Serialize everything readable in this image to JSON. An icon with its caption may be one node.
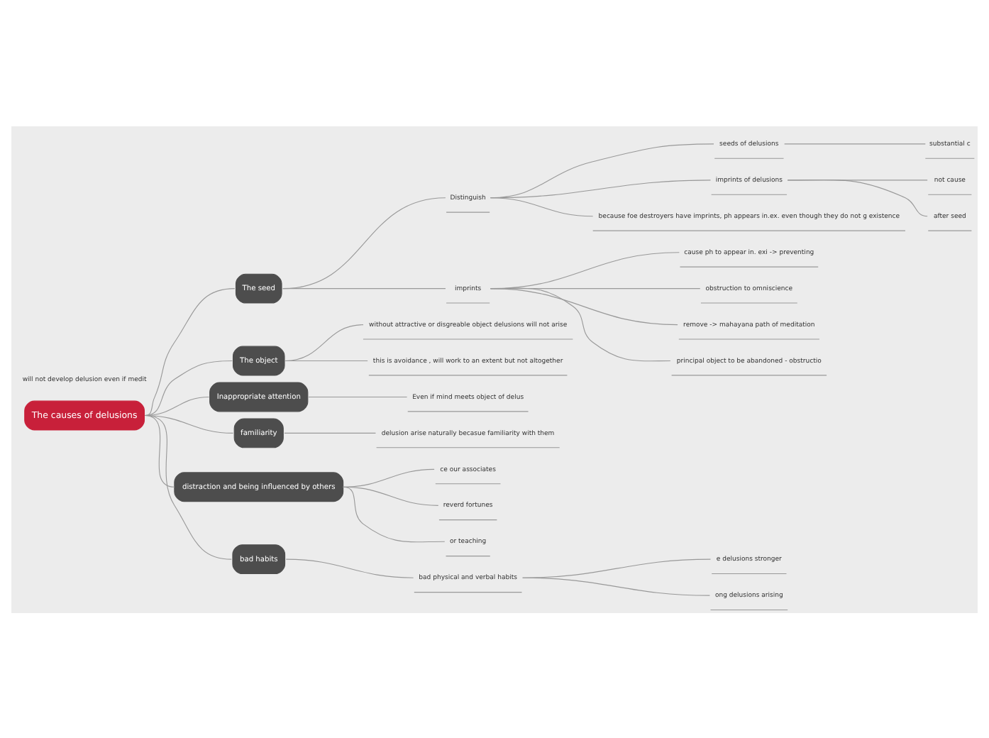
{
  "diagram": {
    "nodes": [
      {
        "text": [
          "The causes of delusions"
        ]
      },
      {
        "text": [
          "The seed"
        ]
      },
      {
        "text": [
          "Distinguish"
        ]
      },
      {
        "text": [
          "seeds of delusions"
        ]
      },
      {
        "text": [
          "substantial c"
        ]
      },
      {
        "text": [
          "imprints of delusions"
        ]
      },
      {
        "text": [
          "not cause"
        ]
      },
      {
        "text": [
          "after seed"
        ]
      },
      {
        "text": [
          "because foe destroyers have imprints, ph appears in.ex. even though they do not g existence"
        ]
      },
      {
        "text": [
          "imprints"
        ]
      },
      {
        "text": [
          "cause ph to appear in. exi -> preventing"
        ]
      },
      {
        "text": [
          "obstruction to omniscience"
        ]
      },
      {
        "text": [
          "remove -> mahayana path of meditation"
        ]
      },
      {
        "text": [
          "principal object to be abandoned - obstructio"
        ]
      },
      {
        "text": [
          "The object"
        ]
      },
      {
        "text": [
          "without attractive or disgreable object delusions will not arise"
        ]
      },
      {
        "text": [
          "this is avoidance , will work to an extent but not altogether"
        ]
      },
      {
        "text": [
          "Inappropriate attention"
        ]
      },
      {
        "text": [
          "Even if mind meets object of delus"
        ]
      },
      {
        "text": [
          "familiarity"
        ]
      },
      {
        "text": [
          "delusion arise naturally becasue familiarity with them"
        ]
      },
      {
        "text": [
          "distraction and being influenced by others"
        ]
      },
      {
        "text": [
          "ce our associates"
        ]
      },
      {
        "text": [
          "reverd fortunes"
        ]
      },
      {
        "text": [
          "or teaching"
        ]
      },
      {
        "text": [
          "bad habits"
        ]
      },
      {
        "text": [
          "bad physical and verbal habits"
        ]
      },
      {
        "text": [
          "e delusions stronger"
        ]
      },
      {
        "text": [
          "ong delusions arising"
        ]
      }
    ],
    "edges": [
      {
        "from": 0,
        "to": 1,
        "arrow": "none"
      },
      {
        "from": 1,
        "to": 2,
        "arrow": "none"
      },
      {
        "from": 2,
        "to": 3,
        "arrow": "none"
      },
      {
        "from": 3,
        "to": 4,
        "arrow": "none"
      },
      {
        "from": 2,
        "to": 5,
        "arrow": "none"
      },
      {
        "from": 5,
        "to": 6,
        "arrow": "none"
      },
      {
        "from": 5,
        "to": 7,
        "arrow": "none"
      },
      {
        "from": 2,
        "to": 8,
        "arrow": "none"
      },
      {
        "from": 1,
        "to": 9,
        "arrow": "none"
      },
      {
        "from": 9,
        "to": 10,
        "arrow": "none"
      },
      {
        "from": 9,
        "to": 11,
        "arrow": "none"
      },
      {
        "from": 9,
        "to": 12,
        "arrow": "none"
      },
      {
        "from": 9,
        "to": 13,
        "arrow": "none"
      },
      {
        "from": 0,
        "to": 14,
        "arrow": "none"
      },
      {
        "from": 14,
        "to": 15,
        "arrow": "none"
      },
      {
        "from": 14,
        "to": 16,
        "arrow": "none"
      },
      {
        "from": 0,
        "to": 17,
        "arrow": "none"
      },
      {
        "from": 17,
        "to": 18,
        "arrow": "none"
      },
      {
        "from": 0,
        "to": 19,
        "arrow": "none"
      },
      {
        "from": 19,
        "to": 20,
        "arrow": "none"
      },
      {
        "from": 0,
        "to": 21,
        "arrow": "none"
      },
      {
        "from": 21,
        "to": 22,
        "arrow": "none"
      },
      {
        "from": 21,
        "to": 23,
        "arrow": "none"
      },
      {
        "from": 21,
        "to": 24,
        "arrow": "none"
      },
      {
        "from": 0,
        "to": 25,
        "arrow": "none"
      },
      {
        "from": 25,
        "to": 26,
        "arrow": "none"
      },
      {
        "from": 26,
        "to": 27,
        "arrow": "none"
      },
      {
        "from": 26,
        "to": 28,
        "arrow": "none"
      }
    ],
    "labels": [
      "will not develop delusion even if medit"
    ]
  }
}
